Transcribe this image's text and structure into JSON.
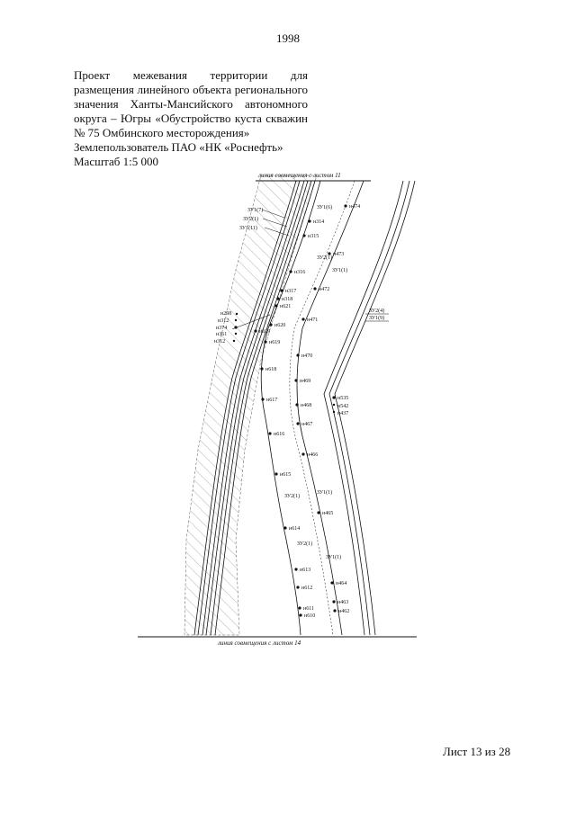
{
  "page_number": "1998",
  "title": {
    "description": "Проект межевания территории для размещения линейного объекта регионального значения Ханты-Мансийского автономного округа – Югры «Обустройство куста скважин № 75 Омбинского месторождения»",
    "land_user": "Землепользователь ПАО «НК «Роснефть»",
    "scale": "Масштаб 1:5 000"
  },
  "map": {
    "top_line_label": "линия совмещения с листом 11",
    "bottom_line_label": "линия совмещения с листом 14",
    "zone_labels": [
      {
        "id": "zu1-7",
        "text": "ЗУ1(7)"
      },
      {
        "id": "zu2-1-top",
        "text": "ЗУ2(1)"
      },
      {
        "id": "zu1-11",
        "text": "ЗУ1(11)"
      },
      {
        "id": "zu1-6",
        "text": "ЗУ1(6)"
      },
      {
        "id": "zu2-1-mid",
        "text": "ЗУ2(1)"
      },
      {
        "id": "zu1-1-mid",
        "text": "ЗУ1(1)"
      },
      {
        "id": "zu2-4",
        "text": "ЗУ2(4)"
      },
      {
        "id": "zu1-9",
        "text": "ЗУ1(9)"
      },
      {
        "id": "zu2-1-low",
        "text": "ЗУ2(1)"
      },
      {
        "id": "zu1-1-low",
        "text": "ЗУ1(1)"
      },
      {
        "id": "zu2-1-bottom",
        "text": "ЗУ2(1)"
      },
      {
        "id": "zu1-1-bottom",
        "text": "ЗУ1(1)"
      }
    ],
    "points": [
      "н474",
      "н314",
      "н315",
      "н473",
      "н316",
      "н317",
      "н472",
      "н318",
      "н621",
      "н298",
      "н312",
      "н374",
      "н361",
      "н312",
      "н319",
      "н620",
      "н471",
      "н619",
      "н470",
      "н618",
      "н469",
      "н617",
      "н468",
      "н535",
      "н542",
      "н437",
      "н467",
      "н616",
      "н466",
      "н615",
      "н465",
      "н614",
      "н613",
      "н464",
      "н612",
      "н463",
      "н611",
      "н462",
      "н610"
    ]
  },
  "footer": {
    "sheet": "Лист 13 из 28"
  }
}
